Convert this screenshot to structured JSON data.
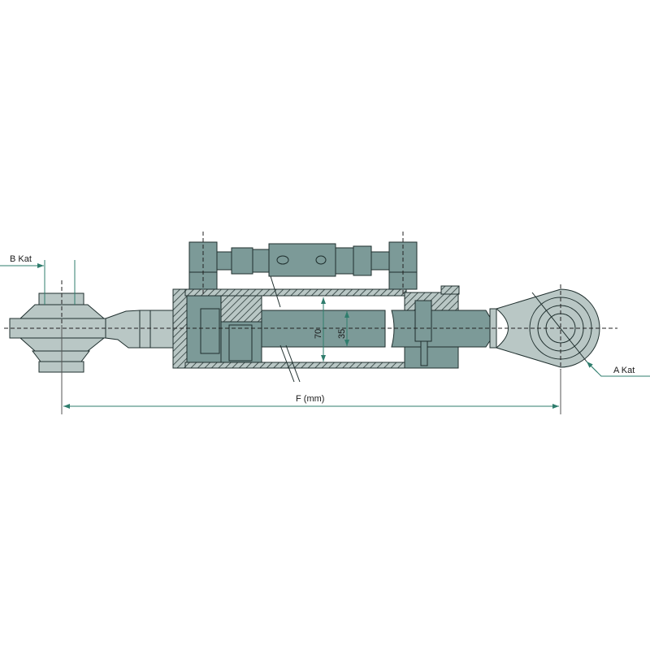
{
  "labels": {
    "b_kat": "B Kat",
    "a_kat": "A Kat",
    "f_mm": "F (mm)",
    "dia_70": "70",
    "dia_35": "35"
  },
  "colors": {
    "body": "#7c9a98",
    "light": "#b9c7c5",
    "dimension": "#2f7d6d"
  }
}
